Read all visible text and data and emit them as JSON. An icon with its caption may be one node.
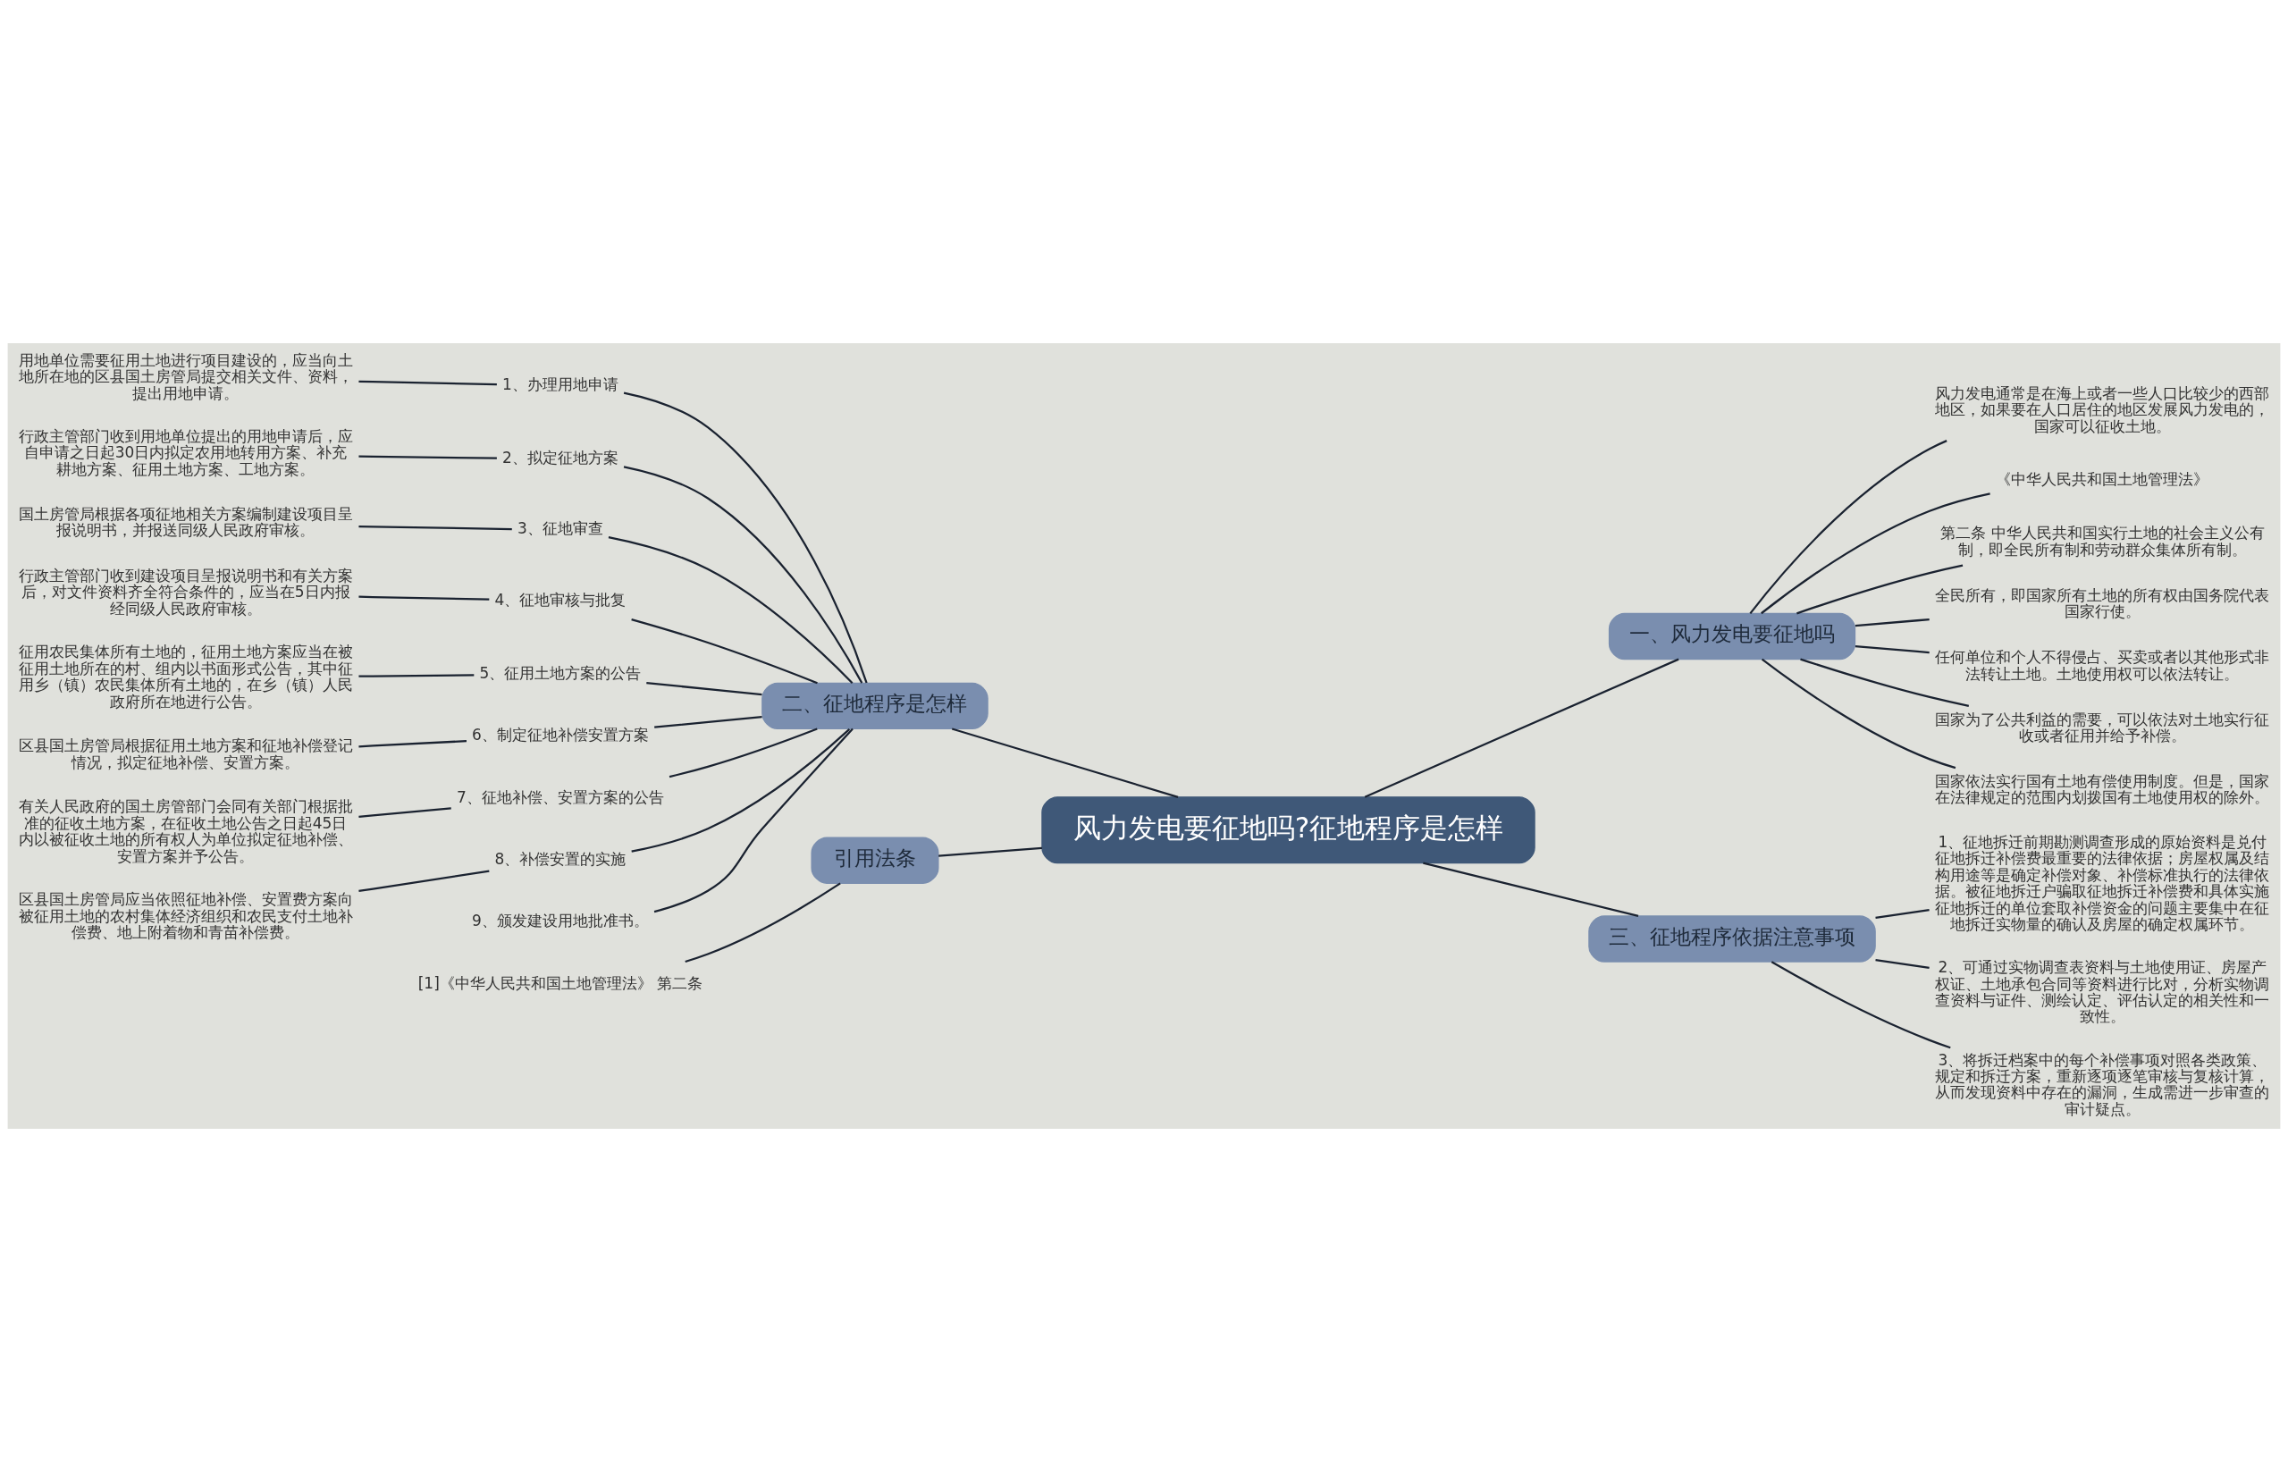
{
  "diagram": {
    "nodes": [
      {
        "text": [
          "风力发电要征地吗?征地程序是怎样"
        ]
      },
      {
        "text": [
          "一、风力发电要征地吗"
        ]
      },
      {
        "text": [
          "风力发电通常是在海上或者一些人口比较少的西部地区，如果要在人口居住的地区发展风力发电的，国家可以征收土地。"
        ]
      },
      {
        "text": [
          "《中华人民共和国土地管理法》"
        ]
      },
      {
        "text": [
          "第二条 中华人民共和国实行土地的社会主义公有制，即全民所有制和劳动群众集体所有制。"
        ]
      },
      {
        "text": [
          "全民所有，即国家所有土地的所有权由国务院代表国家行使。"
        ]
      },
      {
        "text": [
          "任何单位和个人不得侵占、买卖或者以其他形式非法转让土地。土地使用权可以依法转让。"
        ]
      },
      {
        "text": [
          "国家为了公共利益的需要，可以依法对土地实行征收或者征用并给予补偿。"
        ]
      },
      {
        "text": [
          "国家依法实行国有土地有偿使用制度。但是，国家在法律规定的范围内划拨国有土地使用权的除外。"
        ]
      },
      {
        "text": [
          "二、征地程序是怎样"
        ]
      },
      {
        "text": [
          "1、办理用地申请"
        ]
      },
      {
        "text": [
          "用地单位需要征用土地进行项目建设的，应当向土地所在地的区县国土房管局提交相关文件、资料，提出用地申请。"
        ]
      },
      {
        "text": [
          "2、拟定征地方案"
        ]
      },
      {
        "text": [
          "行政主管部门收到用地单位提出的用地申请后，应自申请之日起30日内拟定农用地转用方案、补充耕地方案、征用土地方案、工地方案。"
        ]
      },
      {
        "text": [
          "3、征地审查"
        ]
      },
      {
        "text": [
          "国土房管局根据各项征地相关方案编制建设项目呈报说明书，并报送同级人民政府审核。"
        ]
      },
      {
        "text": [
          "4、征地审核与批复"
        ]
      },
      {
        "text": [
          "行政主管部门收到建设项目呈报说明书和有关方案后，对文件资料齐全符合条件的，应当在5日内报经同级人民政府审核。"
        ]
      },
      {
        "text": [
          "5、征用土地方案的公告"
        ]
      },
      {
        "text": [
          "征用农民集体所有土地的，征用土地方案应当在被征用土地所在的村、组内以书面形式公告，其中征用乡（镇）农民集体所有土地的，在乡（镇）人民政府所在地进行公告。"
        ]
      },
      {
        "text": [
          "6、制定征地补偿安置方案"
        ]
      },
      {
        "text": [
          "区县国土房管局根据征用土地方案和征地补偿登记情况，拟定征地补偿、安置方案。"
        ]
      },
      {
        "text": [
          "7、征地补偿、安置方案的公告"
        ]
      },
      {
        "text": [
          "有关人民政府的国土房管部门会同有关部门根据批准的征收土地方案，在征收土地公告之日起45日内以被征收土地的所有权人为单位拟定征地补偿、安置方案并予公告。"
        ]
      },
      {
        "text": [
          "8、补偿安置的实施"
        ]
      },
      {
        "text": [
          "区县国土房管局应当依照征地补偿、安置费方案向被征用土地的农村集体经济组织和农民支付土地补偿费、地上附着物和青苗补偿费。"
        ]
      },
      {
        "text": [
          "9、颁发建设用地批准书。"
        ]
      },
      {
        "text": [
          "三、征地程序依据注意事项"
        ]
      },
      {
        "text": [
          "1、征地拆迁前期勘测调查形成的原始资料是兑付征地拆迁补偿费最重要的法律依据；房屋权属及结构用途等是确定补偿对象、补偿标准执行的法律依据。被征地拆迁户骗取征地拆迁补偿费和具体实施征地拆迁的单位套取补偿资金的问题主要集中在征地拆迁实物量的确认及房屋的确定权属环节。"
        ]
      },
      {
        "text": [
          "2、可通过实物调查表资料与土地使用证、房屋产权证、土地承包合同等资料进行比对，分析实物调查资料与证件、测绘认定、评估认定的相关性和一致性。"
        ]
      },
      {
        "text": [
          "3、将拆迁档案中的每个补偿事项对照各类政策、规定和拆迁方案，重新逐项逐笔审核与复核计算，从而发现资料中存在的漏洞，生成需进一步审查的审计疑点。"
        ]
      },
      {
        "text": [
          "引用法条"
        ]
      },
      {
        "text": [
          "[1]《中华人民共和国土地管理法》 第二条"
        ]
      }
    ],
    "edges": [
      {
        "from": 0,
        "to": 1,
        "arrow": "none"
      },
      {
        "from": 1,
        "to": 2,
        "arrow": "none"
      },
      {
        "from": 1,
        "to": 3,
        "arrow": "none"
      },
      {
        "from": 1,
        "to": 4,
        "arrow": "none"
      },
      {
        "from": 1,
        "to": 5,
        "arrow": "none"
      },
      {
        "from": 1,
        "to": 6,
        "arrow": "none"
      },
      {
        "from": 1,
        "to": 7,
        "arrow": "none"
      },
      {
        "from": 1,
        "to": 8,
        "arrow": "none"
      },
      {
        "from": 9,
        "to": 0,
        "arrow": "none"
      },
      {
        "from": 10,
        "to": 9,
        "arrow": "none"
      },
      {
        "from": 11,
        "to": 10,
        "arrow": "none"
      },
      {
        "from": 12,
        "to": 9,
        "arrow": "none"
      },
      {
        "from": 13,
        "to": 12,
        "arrow": "none"
      },
      {
        "from": 14,
        "to": 9,
        "arrow": "none"
      },
      {
        "from": 15,
        "to": 14,
        "arrow": "none"
      },
      {
        "from": 16,
        "to": 9,
        "arrow": "none"
      },
      {
        "from": 17,
        "to": 16,
        "arrow": "none"
      },
      {
        "from": 18,
        "to": 9,
        "arrow": "none"
      },
      {
        "from": 19,
        "to": 18,
        "arrow": "none"
      },
      {
        "from": 20,
        "to": 9,
        "arrow": "none"
      },
      {
        "from": 21,
        "to": 20,
        "arrow": "none"
      },
      {
        "from": 22,
        "to": 9,
        "arrow": "none"
      },
      {
        "from": 23,
        "to": 22,
        "arrow": "none"
      },
      {
        "from": 24,
        "to": 9,
        "arrow": "none"
      },
      {
        "from": 25,
        "to": 24,
        "arrow": "none"
      },
      {
        "from": 26,
        "to": 9,
        "arrow": "none"
      },
      {
        "from": 0,
        "to": 27,
        "arrow": "none"
      },
      {
        "from": 27,
        "to": 28,
        "arrow": "none"
      },
      {
        "from": 27,
        "to": 29,
        "arrow": "none"
      },
      {
        "from": 27,
        "to": 30,
        "arrow": "none"
      },
      {
        "from": 31,
        "to": 0,
        "arrow": "none"
      },
      {
        "from": 32,
        "to": 31,
        "arrow": "none"
      }
    ]
  }
}
